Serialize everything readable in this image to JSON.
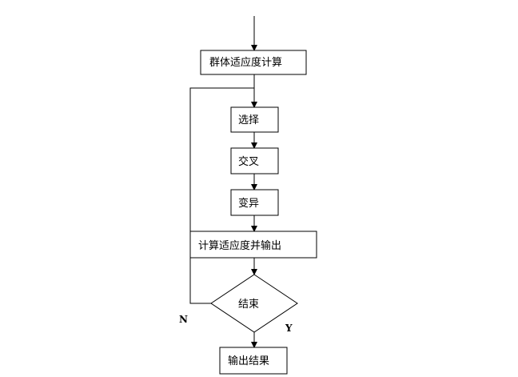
{
  "diagram": {
    "nodes": {
      "fitness": "群体适应度计算",
      "select": "选择",
      "crossover": "交叉",
      "mutation": "变异",
      "fitness_output": "计算适应度并输出",
      "end_check": "结束",
      "output_result": "输出结果"
    },
    "labels": {
      "no": "N",
      "yes": "Y"
    }
  }
}
